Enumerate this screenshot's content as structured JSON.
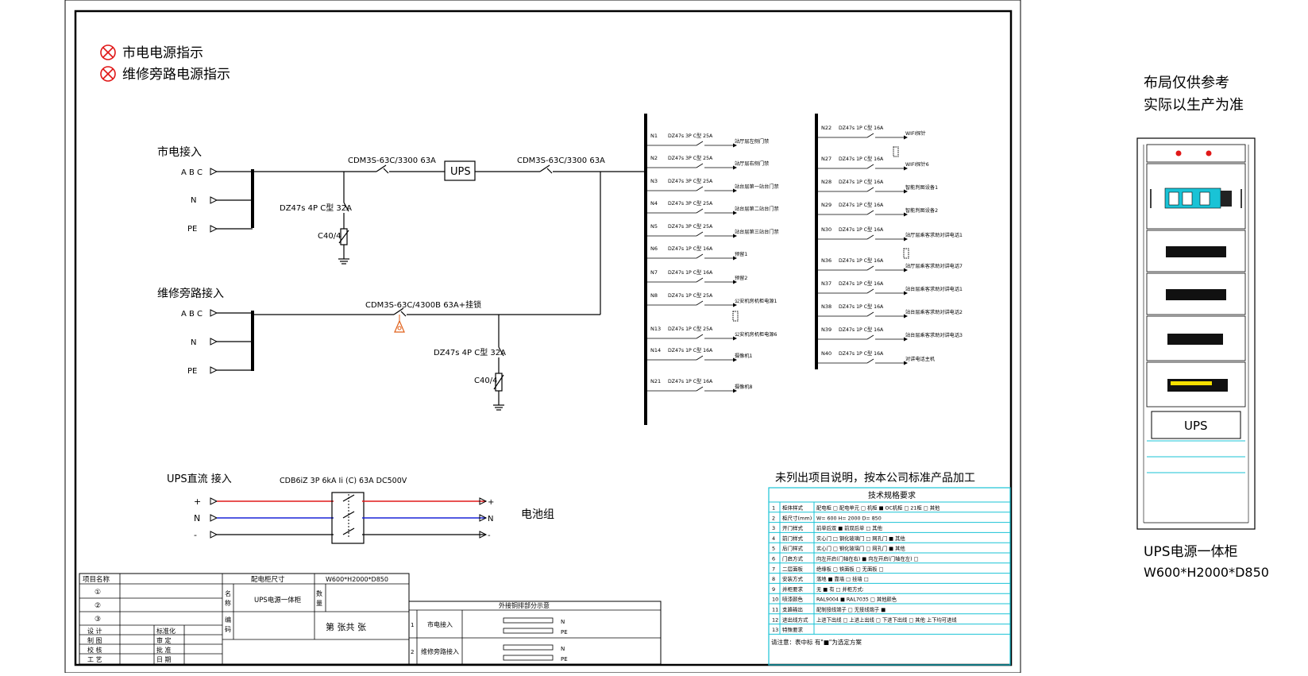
{
  "legend": {
    "items": [
      "市电电源指示",
      "维修旁路电源指示"
    ]
  },
  "note_right": {
    "line1": "布局仅供参考",
    "line2": "实际以生产为准"
  },
  "cabinet": {
    "ups_label": "UPS",
    "title": "UPS电源一体柜",
    "dims": "W600*H2000*D850"
  },
  "mains": {
    "title": "市电接入",
    "abc": "A B C",
    "n": "N",
    "pe": "PE",
    "breaker1": "CDM3S-63C/3300 63A",
    "breaker2": "CDM3S-63C/3300 63A",
    "ups": "UPS",
    "spd_breaker": "DZ47s 4P C型 32A",
    "spd": "C40/4"
  },
  "bypass": {
    "title": "维修旁路接入",
    "abc": "A B C",
    "n": "N",
    "pe": "PE",
    "breaker": "CDM3S-63C/4300B 63A+挂锁",
    "spd_breaker": "DZ47s 4P C型 32A",
    "spd": "C40/4"
  },
  "dc": {
    "title": "UPS直流 接入",
    "breaker": "CDB6iZ 3P 6kA Ii (C) 63A DC500V",
    "plus": "+",
    "n": "N",
    "minus": "-",
    "battery": "电池组"
  },
  "circuits_left": [
    {
      "id": "N1",
      "spec": "DZ47s 3P C型 25A",
      "load": "站厅层左侧门禁"
    },
    {
      "id": "N2",
      "spec": "DZ47s 3P C型 25A",
      "load": "站厅层右侧门禁"
    },
    {
      "id": "N3",
      "spec": "DZ47s 3P C型 25A",
      "load": "站台层第一站台门禁"
    },
    {
      "id": "N4",
      "spec": "DZ47s 3P C型 25A",
      "load": "站台层第二站台门禁"
    },
    {
      "id": "N5",
      "spec": "DZ47s 3P C型 25A",
      "load": "站台层第三站台门禁"
    },
    {
      "id": "N6",
      "spec": "DZ47s 1P C型 16A",
      "load": "预留1"
    },
    {
      "id": "N7",
      "spec": "DZ47s 1P C型 16A",
      "load": "预留2"
    },
    {
      "id": "N8",
      "spec": "DZ47s 1P C型 25A",
      "load": "公安机房机柜电源1"
    },
    {
      "id": "N13",
      "spec": "DZ47s 1P C型 25A",
      "load": "公安机房机柜电源6"
    },
    {
      "id": "N14",
      "spec": "DZ47s 1P C型 16A",
      "load": "摄像机1"
    },
    {
      "id": "N21",
      "spec": "DZ47s 1P C型 16A",
      "load": "摄像机8"
    }
  ],
  "circuits_right": [
    {
      "id": "N22",
      "spec": "DZ47s 1P C型 16A",
      "load": "WIFI探针"
    },
    {
      "id": "N27",
      "spec": "DZ47s 1P C型 16A",
      "load": "WIFI探针6"
    },
    {
      "id": "N28",
      "spec": "DZ47s 1P C型 16A",
      "load": "智能判图设备1"
    },
    {
      "id": "N29",
      "spec": "DZ47s 1P C型 16A",
      "load": "智能判图设备2"
    },
    {
      "id": "N30",
      "spec": "DZ47s 1P C型 16A",
      "load": "站厅层乘客求助对讲电话1"
    },
    {
      "id": "N36",
      "spec": "DZ47s 1P C型 16A",
      "load": "站厅层乘客求助对讲电话7"
    },
    {
      "id": "N37",
      "spec": "DZ47s 1P C型 16A",
      "load": "站台层乘客求助对讲电话1"
    },
    {
      "id": "N38",
      "spec": "DZ47s 1P C型 16A",
      "load": "站台层乘客求助对讲电话2"
    },
    {
      "id": "N39",
      "spec": "DZ47s 1P C型 16A",
      "load": "站台层乘客求助对讲电话3"
    },
    {
      "id": "N40",
      "spec": "DZ47s 1P C型 16A",
      "load": "对讲电话主机"
    }
  ],
  "spec_table": {
    "heading": "未列出项目说明，按本公司标准产品加工",
    "title": "技术规格要求",
    "rows": [
      {
        "no": "1",
        "name": "柜体样式",
        "opts": "配电柜 □   配电单元 □   机柜 ■   OC机柜 □   21柜 □ 其他"
      },
      {
        "no": "2",
        "name": "柜尺寸(mm)",
        "opts": "W=  600   H=  2000   D=  850"
      },
      {
        "no": "3",
        "name": "开门样式",
        "opts": "前单后双 ■   前双后单 □   其他"
      },
      {
        "no": "4",
        "name": "前门样式",
        "opts": "实心门 □   钢化玻璃门 □   网孔门 ■   其他"
      },
      {
        "no": "5",
        "name": "后门样式",
        "opts": "实心门 □   钢化玻璃门 □   网孔门 ■   其他"
      },
      {
        "no": "6",
        "name": "门启方式",
        "opts": "向左开启(门轴在右) ■   向左开启(门轴在左) □"
      },
      {
        "no": "7",
        "name": "二层面板",
        "opts": "绝缘板 □   铁面板 □   无面板 □"
      },
      {
        "no": "8",
        "name": "安装方式",
        "opts": "落地 ■   靠墙 □   挂墙 □"
      },
      {
        "no": "9",
        "name": "并柜要求",
        "opts": "无 ■   有 □ 并柜方式:"
      },
      {
        "no": "10",
        "name": "喷漆颜色",
        "opts": "RAL9004 ■   RAL7035 □   其他颜色"
      },
      {
        "no": "11",
        "name": "支路输出",
        "opts": "配制接线端子 □   无接线端子 ■"
      },
      {
        "no": "12",
        "name": "进出线方式",
        "opts": "上进下出线 □   上进上出线 □   下进下出线 □   其他 上下均可进线"
      },
      {
        "no": "13",
        "name": "特殊要求",
        "opts": ""
      }
    ],
    "note": "请注意：表中标 有\"■\"为选定方案"
  },
  "title_block": {
    "project_label": "项目名称",
    "row1": "①",
    "row2": "②",
    "row3": "③",
    "design": "设  计",
    "drawing": "制  图",
    "check": "校  核",
    "craft": "工  艺",
    "standard": "标准化",
    "review": "审  定",
    "approve": "批  准",
    "date": "日  期",
    "size_label": "配电柜尺寸",
    "size_value": "W600*H2000*D850",
    "name_label": "名称",
    "name_value": "UPS电源一体柜",
    "qty_label": "数量",
    "code_label": "编码",
    "sheet": "第    张共    张",
    "busbar_title": "外接铜排部分示意",
    "busbar": [
      {
        "no": "1",
        "name": "市电接入",
        "a": "N",
        "b": "PE"
      },
      {
        "no": "2",
        "name": "维修旁路接入",
        "a": "N",
        "b": "PE"
      }
    ]
  },
  "colors": {
    "red": "#e01818",
    "blue": "#1a24d8",
    "cyan": "#19c3d6",
    "yellow": "#f5e000",
    "green": "#18d018"
  }
}
